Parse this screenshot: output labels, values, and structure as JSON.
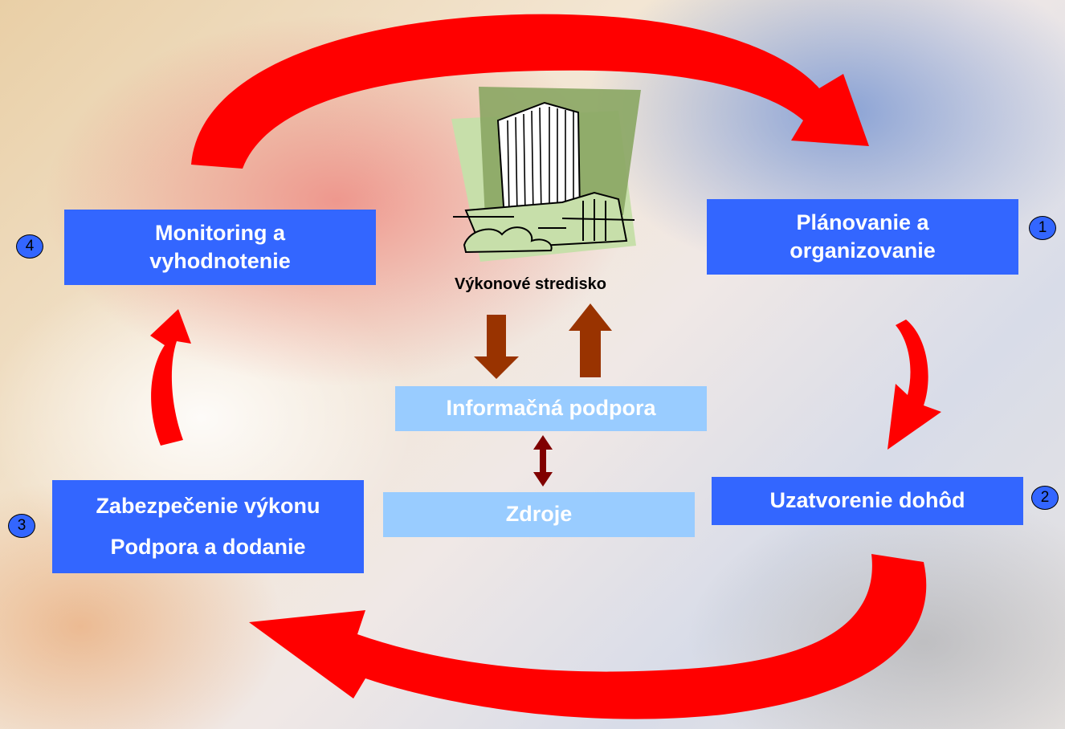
{
  "steps": [
    {
      "number": "1",
      "label_lines": [
        "Plánovanie a",
        "organizovanie"
      ]
    },
    {
      "number": "2",
      "label_lines": [
        "Uzatvorenie dohôd"
      ]
    },
    {
      "number": "3",
      "label_lines": [
        "Zabezpečenie výkonu",
        "Podpora a dodanie"
      ]
    },
    {
      "number": "4",
      "label_lines": [
        "Monitoring a",
        "vyhodnotenie"
      ]
    }
  ],
  "center": {
    "building_caption": "Výkonové stredisko",
    "info_support": "Informačná podpora",
    "resources": "Zdroje",
    "building_icon": "office-building-icon"
  },
  "colors": {
    "step_box": "#3366ff",
    "center_box": "#99ccff",
    "cycle_arrow": "#ff0000",
    "center_arrow": "#993300",
    "resource_arrow": "#800000"
  }
}
